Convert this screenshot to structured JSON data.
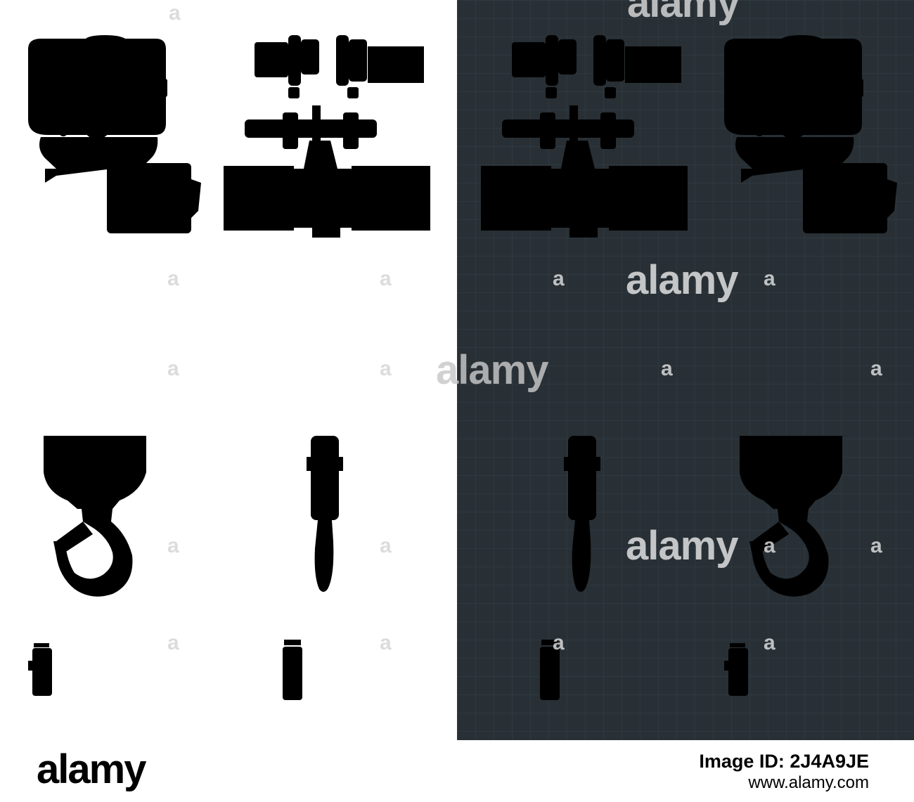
{
  "colors": {
    "paper": "#ffffff",
    "ink_light": "#1a1a1a",
    "blueprint_bg": "#283035",
    "blueprint_grid": "#33404a",
    "blueprint_line": "#efe3c2",
    "blueprint_fill": "#ecd9a8",
    "footer_bg": "#ffffff"
  },
  "drawings": [
    {
      "view": "front",
      "theme": "light"
    },
    {
      "view": "side",
      "theme": "light"
    },
    {
      "view": "side",
      "theme": "dark"
    },
    {
      "view": "front",
      "theme": "dark"
    }
  ],
  "watermark": {
    "text": "alamy",
    "fragment": "a"
  },
  "footer": {
    "logo": "alamy",
    "image_id": "Image ID: 2J4A9JE",
    "site": "www.alamy.com"
  }
}
